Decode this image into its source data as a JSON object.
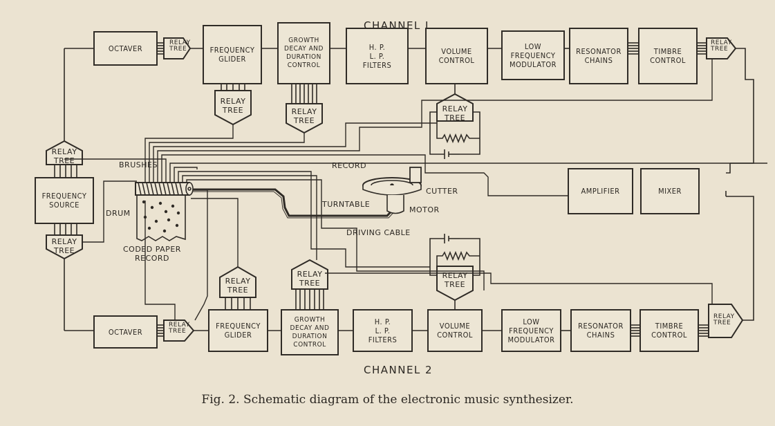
{
  "channel_1": {
    "label": "CHANNEL I",
    "octaver": "OCTAVER",
    "relay_tree_top": "RELAY\nTREE",
    "frequency_glider": "FREQUENCY\nGLIDER",
    "glider_relay": "RELAY\nTREE",
    "growth_decay": "GROWTH\nDECAY AND\nDURATION\nCONTROL",
    "growth_relay": "RELAY\nTREE",
    "filters": "H. P.\nL. P.\nFILTERS",
    "volume_control": "VOLUME\nCONTROL",
    "volume_relay": "RELAY\nTREE",
    "lf_modulator": "LOW\nFREQUENCY\nMODULATOR",
    "resonator_chains": "RESONATOR\nCHAINS",
    "timbre_control": "TIMBRE\nCONTROL",
    "output_relay": "RELAY\nTREE"
  },
  "channel_2": {
    "label": "CHANNEL 2",
    "octaver": "OCTAVER",
    "relay_tree_top": "RELAY\nTREE",
    "frequency_glider": "FREQUENCY\nGLIDER",
    "glider_relay": "RELAY\nTREE",
    "growth_decay": "GROWTH\nDECAY AND\nDURATION\nCONTROL",
    "growth_relay": "RELAY\nTREE",
    "filters": "H. P.\nL. P.\nFILTERS",
    "volume_control": "VOLUME\nCONTROL",
    "volume_relay": "RELAY\nTREE",
    "lf_modulator": "LOW\nFREQUENCY\nMODULATOR",
    "resonator_chains": "RESONATOR\nCHAINS",
    "timbre_control": "TIMBRE\nCONTROL",
    "output_relay": "RELAY\nTREE"
  },
  "source": {
    "relay_top": "RELAY\nTREE",
    "frequency_source": "FREQUENCY\nSOURCE",
    "relay_bottom": "RELAY\nTREE"
  },
  "drum_area": {
    "brushes": "BRUSHES",
    "drum": "DRUM",
    "coded_paper": "CODED PAPER\nRECORD"
  },
  "recorder": {
    "record": "RECORD",
    "cutter": "CUTTER",
    "turntable": "TURNTABLE",
    "motor": "MOTOR",
    "driving_cable": "DRIVING CABLE"
  },
  "output": {
    "amplifier": "AMPLIFIER",
    "mixer": "MIXER"
  },
  "caption": "Fig. 2. Schematic diagram of the electronic music synthesizer."
}
